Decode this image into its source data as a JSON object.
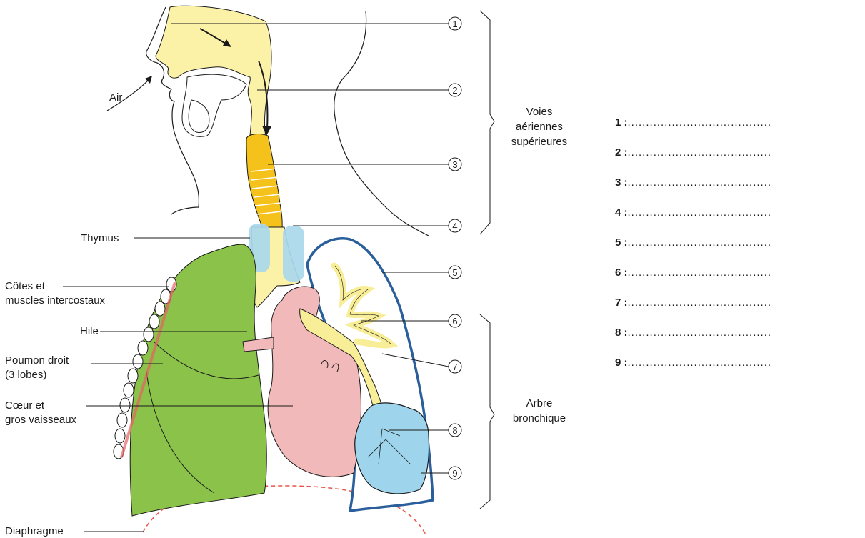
{
  "labels": {
    "air": "Air",
    "thymus": "Thymus",
    "cotes_line1": "Côtes et",
    "cotes_line2": "muscles intercostaux",
    "hile": "Hile",
    "poumon_line1": "Poumon droit",
    "poumon_line2": "(3 lobes)",
    "coeur_line1": "Cœur et",
    "coeur_line2": "gros vaisseaux",
    "diaphragme": "Diaphragme",
    "voies_line1": "Voies",
    "voies_line2": "aériennes",
    "voies_line3": "supérieures",
    "arbre_line1": "Arbre",
    "arbre_line2": "bronchique"
  },
  "callouts": [
    "1",
    "2",
    "3",
    "4",
    "5",
    "6",
    "7",
    "8",
    "9"
  ],
  "answers": [
    {
      "num": "1 :",
      "dots": "......................................."
    },
    {
      "num": "2 :",
      "dots": "......................................."
    },
    {
      "num": "3 :",
      "dots": "......................................."
    },
    {
      "num": "4 :",
      "dots": "......................................."
    },
    {
      "num": "5 :",
      "dots": "......................................."
    },
    {
      "num": "6 :",
      "dots": "......................................."
    },
    {
      "num": "7 :",
      "dots": "......................................."
    },
    {
      "num": "8 :",
      "dots": "......................................."
    },
    {
      "num": "9 :",
      "dots": "......................................."
    }
  ],
  "colors": {
    "nasal": "#fbf2a8",
    "larynx": "#f5c21c",
    "thymus": "#a9d8ec",
    "lung": "#8bc34a",
    "heart": "#f2b9ba",
    "bronchi": "#f8ee98",
    "alveoli": "#9fd5ec",
    "pleura": "#2a5f9c",
    "ribs": "#e46262",
    "diaphragm": "#e8534a"
  }
}
